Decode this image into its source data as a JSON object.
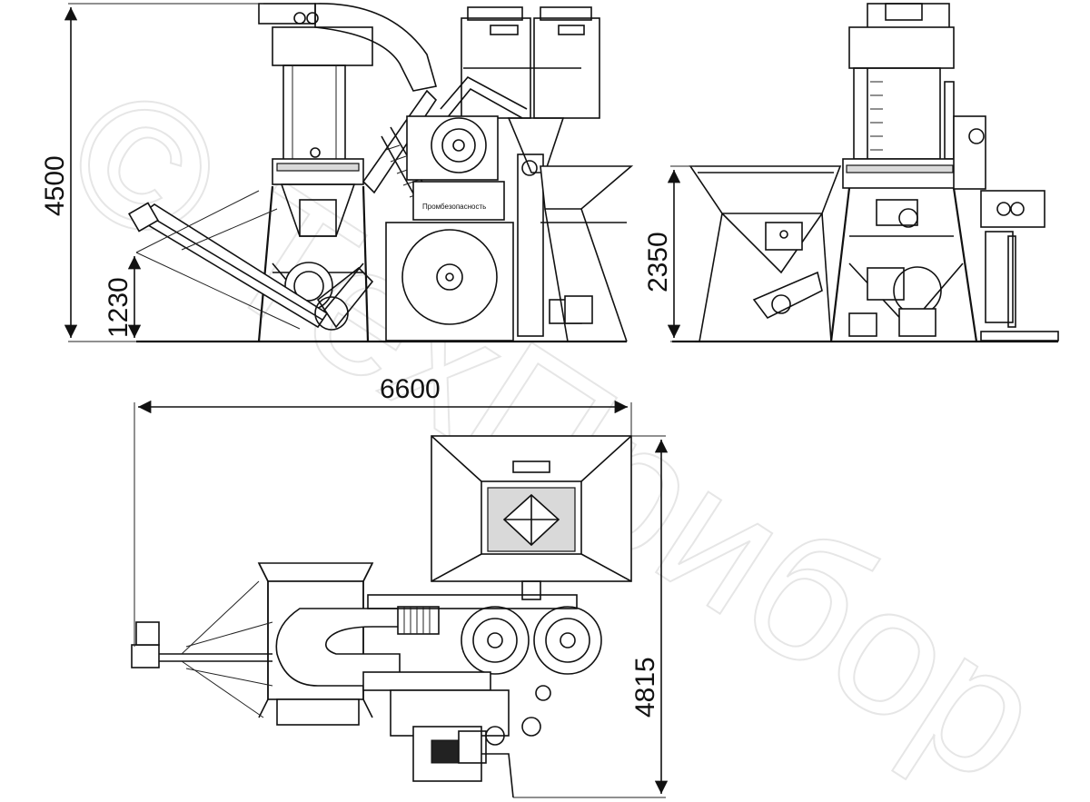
{
  "watermark": {
    "text": "© ТехПрибор"
  },
  "dimensions": {
    "front_height": "4500",
    "front_inlet_height": "1230",
    "side_height": "2350",
    "top_width": "6600",
    "top_depth": "4815"
  },
  "nameplate": {
    "text": "Промбезопасность"
  }
}
